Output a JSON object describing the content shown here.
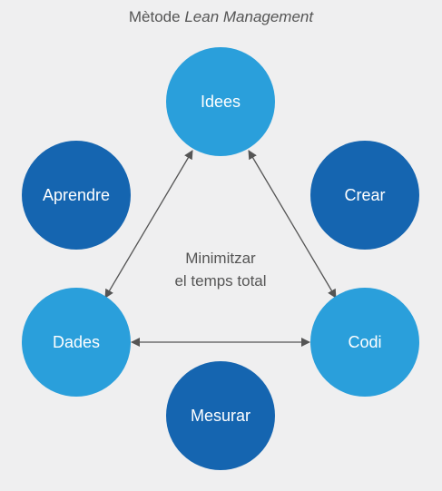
{
  "title": {
    "prefix": "Mètode ",
    "emphasis": "Lean Management"
  },
  "center": {
    "line1": "Minimitzar",
    "line2": "el temps total"
  },
  "nodes": {
    "idees": "Idees",
    "codi": "Codi",
    "dades": "Dades",
    "crear": "Crear",
    "mesurar": "Mesurar",
    "aprendre": "Aprendre"
  },
  "colors": {
    "background": "#efeff0",
    "primary_circle": "#2a9fdb",
    "secondary_circle": "#1565b0",
    "arrow": "#555555",
    "text": "#555555"
  }
}
